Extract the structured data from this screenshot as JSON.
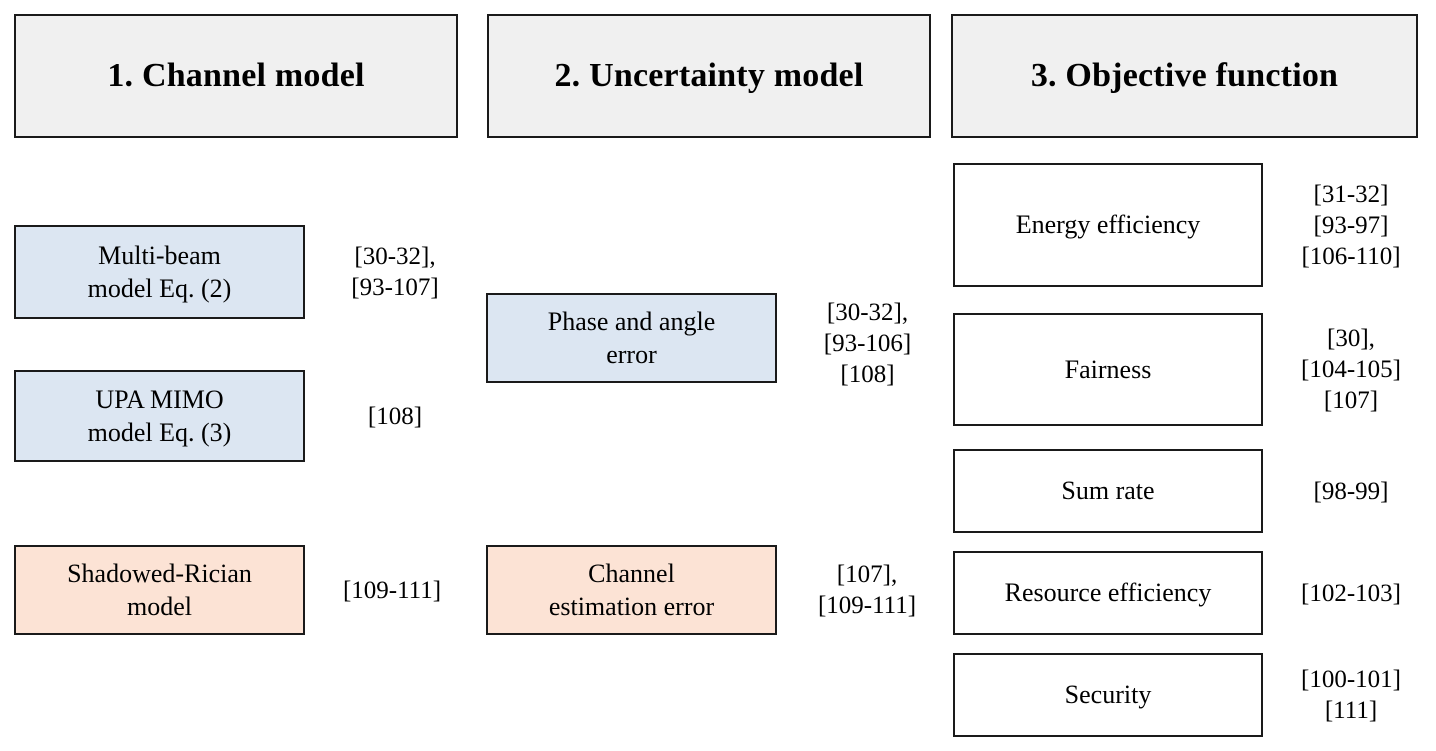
{
  "diagram": {
    "title_columns": [
      {
        "id": "channel-model",
        "label": "1. Channel model"
      },
      {
        "id": "uncertainty-model",
        "label": "2. Uncertainty model"
      },
      {
        "id": "objective-function",
        "label": "3. Objective function"
      }
    ],
    "colors": {
      "header_fill": "#f0f0f0",
      "blue_fill": "#dce6f2",
      "peach_fill": "#fce3d5",
      "white_fill": "#ffffff",
      "border": "#1a1a1a",
      "text": "#000000"
    },
    "columns": [
      {
        "id": "channel-model",
        "items": [
          {
            "id": "multi-beam-model",
            "label": "Multi-beam\nmodel Eq. (2)",
            "fill": "blue",
            "citation": "[30-32],\n[93-107]"
          },
          {
            "id": "upa-mimo-model",
            "label": "UPA MIMO\nmodel Eq. (3)",
            "fill": "blue",
            "citation": "[108]"
          },
          {
            "id": "shadowed-rician-model",
            "label": "Shadowed-Rician\nmodel",
            "fill": "peach",
            "citation": "[109-111]"
          }
        ]
      },
      {
        "id": "uncertainty-model",
        "items": [
          {
            "id": "phase-and-angle-error",
            "label": "Phase and angle\nerror",
            "fill": "blue",
            "citation": "[30-32],\n[93-106]\n[108]"
          },
          {
            "id": "channel-estimation-error",
            "label": "Channel\nestimation  error",
            "fill": "peach",
            "citation": "[107],\n[109-111]"
          }
        ]
      },
      {
        "id": "objective-function",
        "items": [
          {
            "id": "energy-efficiency",
            "label": "Energy efficiency",
            "fill": "white",
            "citation": "[31-32]\n[93-97]\n[106-110]"
          },
          {
            "id": "fairness",
            "label": "Fairness",
            "fill": "white",
            "citation": "[30],\n[104-105]\n[107]"
          },
          {
            "id": "sum-rate",
            "label": "Sum rate",
            "fill": "white",
            "citation": "[98-99]"
          },
          {
            "id": "resource-efficiency",
            "label": "Resource efficiency",
            "fill": "white",
            "citation": "[102-103]"
          },
          {
            "id": "security",
            "label": "Security",
            "fill": "white",
            "citation": "[100-101]\n[111]"
          }
        ]
      }
    ]
  }
}
